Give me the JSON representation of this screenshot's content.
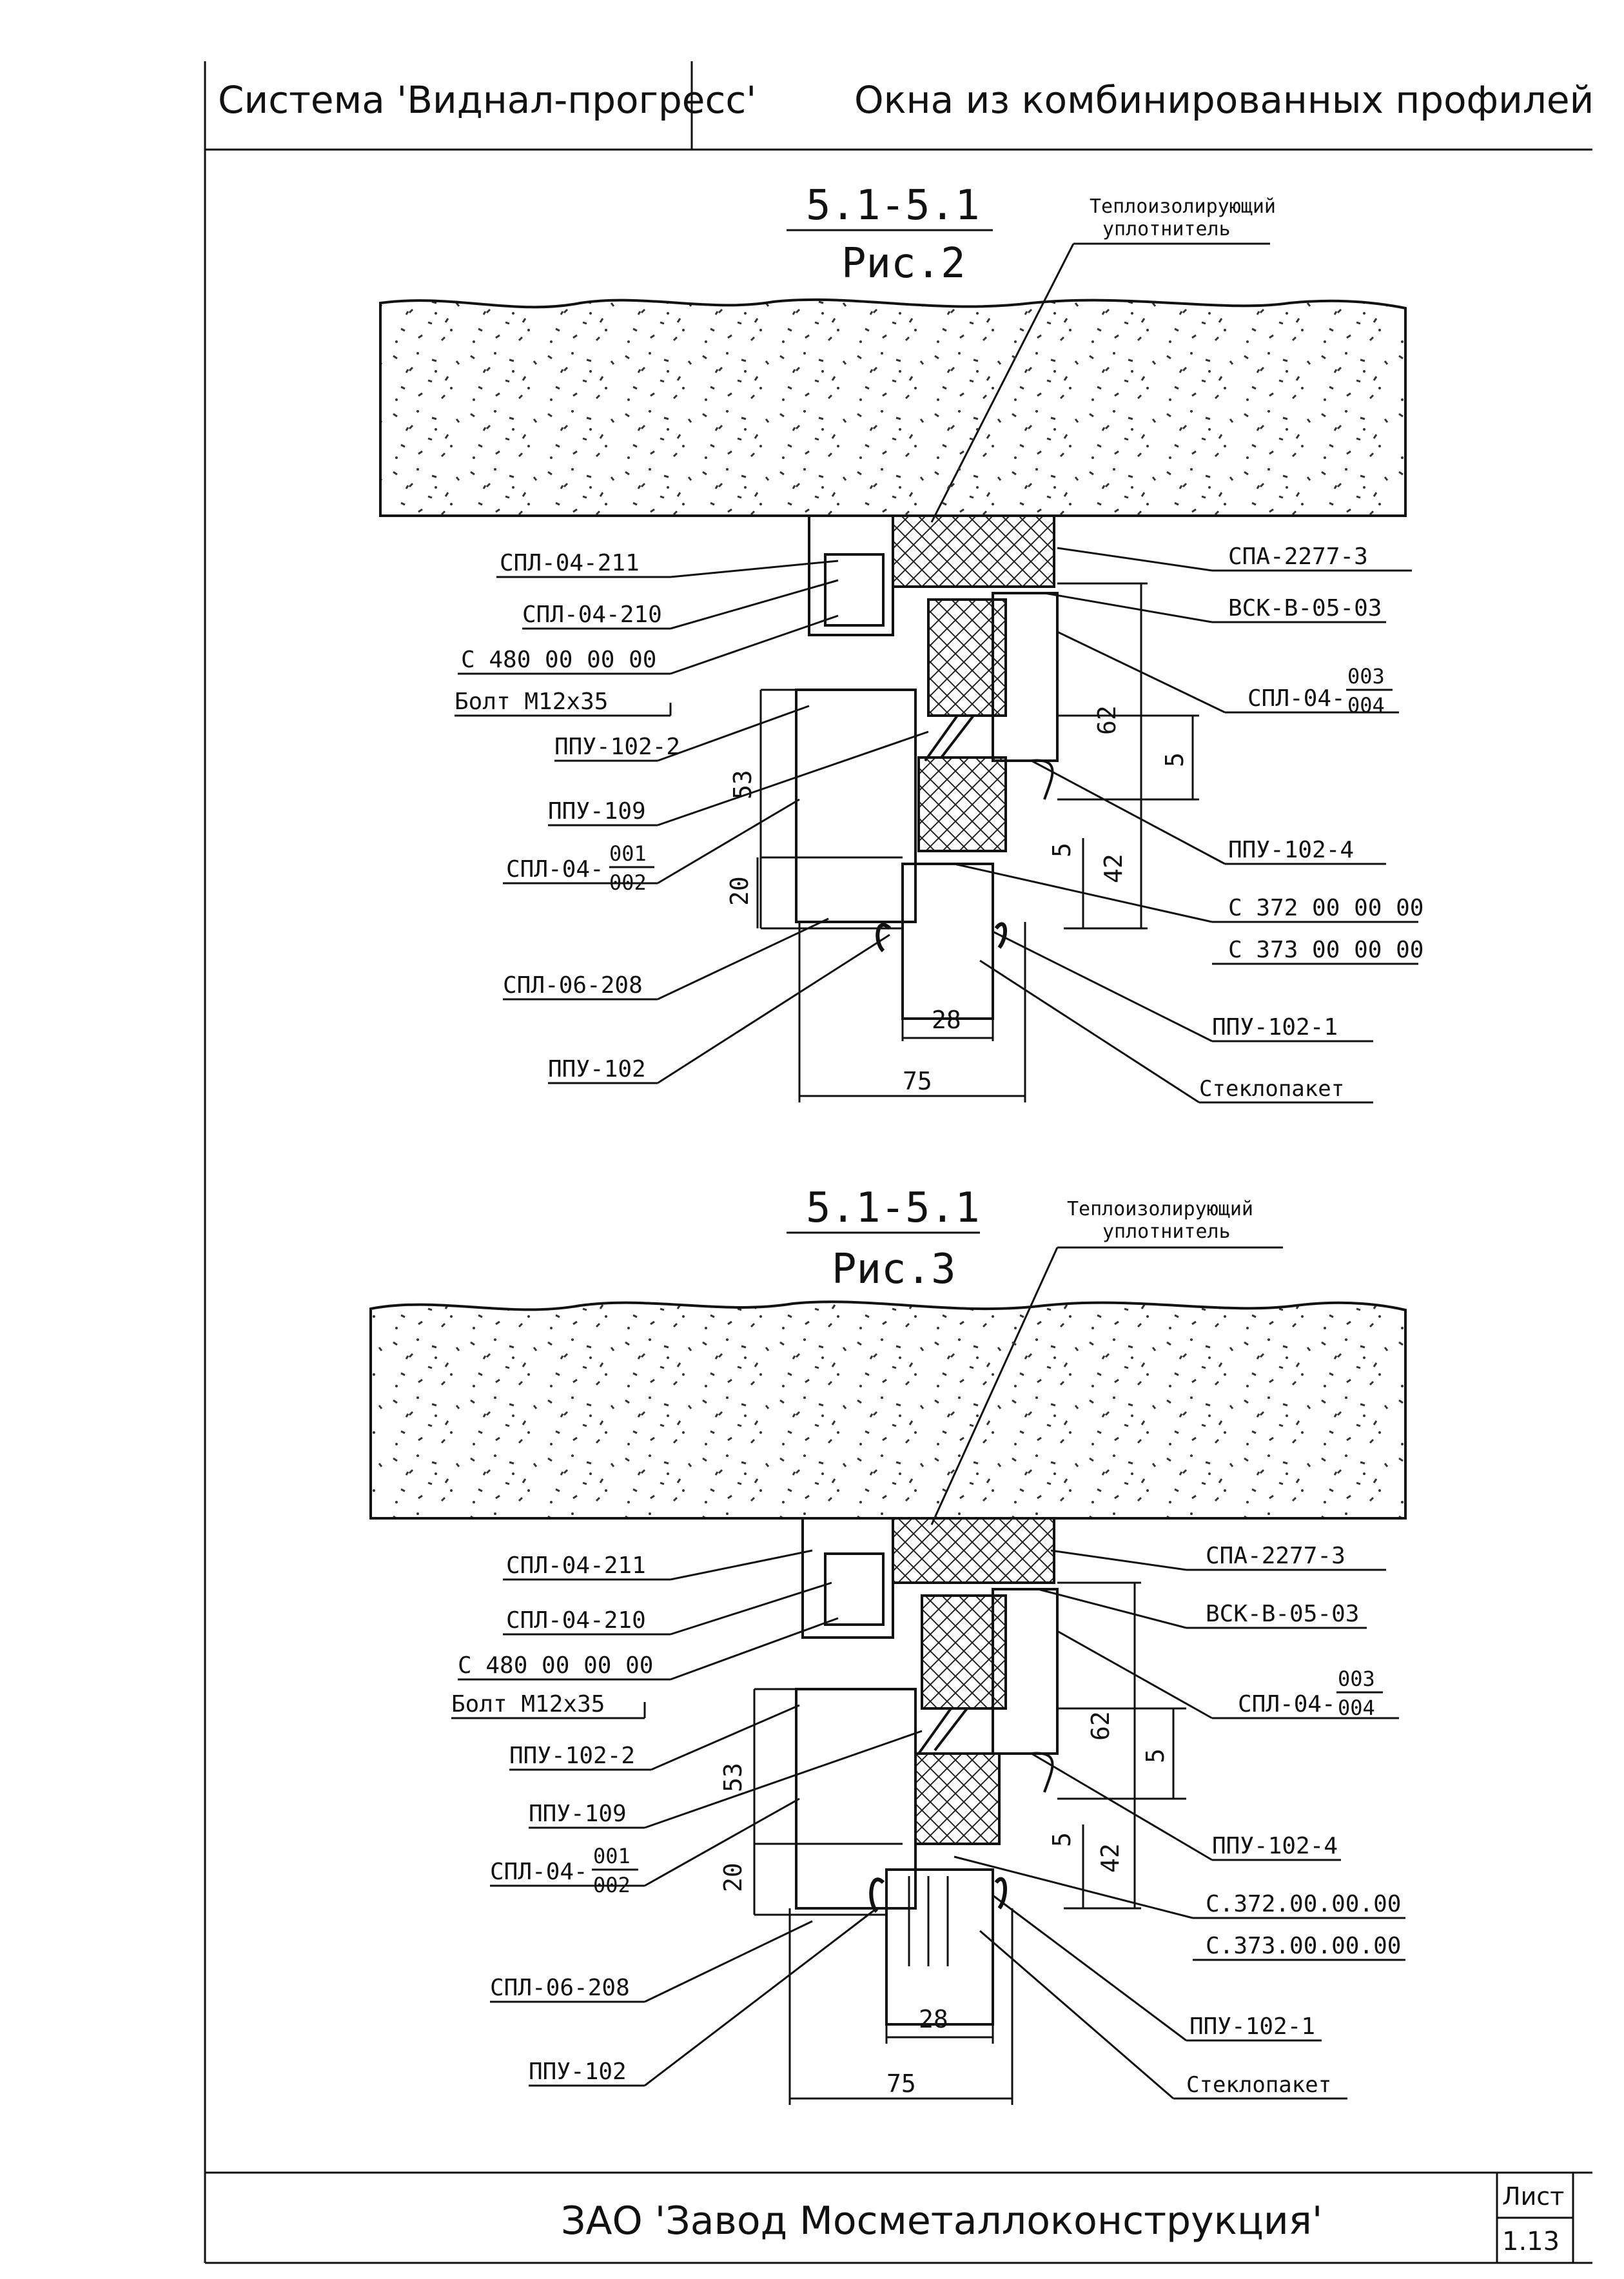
{
  "header": {
    "system": "Система 'Виднал-прогресс'",
    "title": "Окна из комбинированных профилей"
  },
  "footer": {
    "company": "ЗАО 'Завод Мосметаллоконструкция'",
    "sheet_label": "Лист",
    "sheet_number": "1.13"
  },
  "figures": [
    {
      "section": "5.1-5.1",
      "caption": "Рис.2",
      "callout_top_1": "Теплоизолирующий",
      "callout_top_2": "уплотнитель",
      "left_labels": [
        "СПЛ-04-211",
        "СПЛ-04-210",
        "С 480 00 00 00",
        "Болт М12х35",
        "ППУ-102-2",
        "ППУ-109",
        "СПЛ-04-",
        "СПЛ-06-208",
        "ППУ-102"
      ],
      "frac_left": [
        "001",
        "002"
      ],
      "right_labels": [
        "СПА-2277-3",
        "ВСК-В-05-03",
        "СПЛ-04-",
        "ППУ-102-4",
        "С 372 00 00 00",
        "С 373 00 00 00",
        "ППУ-102-1",
        "Стеклопакет"
      ],
      "frac_right": [
        "003",
        "004"
      ],
      "dims": [
        "62",
        "5",
        "53",
        "5",
        "42",
        "20",
        "28",
        "75"
      ]
    },
    {
      "section": "5.1-5.1",
      "caption": "Рис.3",
      "callout_top_1": "Теплоизолирующий",
      "callout_top_2": "уплотнитель",
      "left_labels": [
        "СПЛ-04-211",
        "СПЛ-04-210",
        "С 480 00 00 00",
        "Болт М12х35",
        "ППУ-102-2",
        "ППУ-109",
        "СПЛ-04-",
        "СПЛ-06-208",
        "ППУ-102"
      ],
      "frac_left": [
        "001",
        "002"
      ],
      "right_labels": [
        "СПА-2277-3",
        "ВСК-В-05-03",
        "СПЛ-04-",
        "ППУ-102-4",
        "С.372.00.00.00",
        "С.373.00.00.00",
        "ППУ-102-1",
        "Стеклопакет"
      ],
      "frac_right": [
        "003",
        "004"
      ],
      "dims": [
        "62",
        "5",
        "53",
        "5",
        "42",
        "20",
        "28",
        "75"
      ]
    }
  ]
}
